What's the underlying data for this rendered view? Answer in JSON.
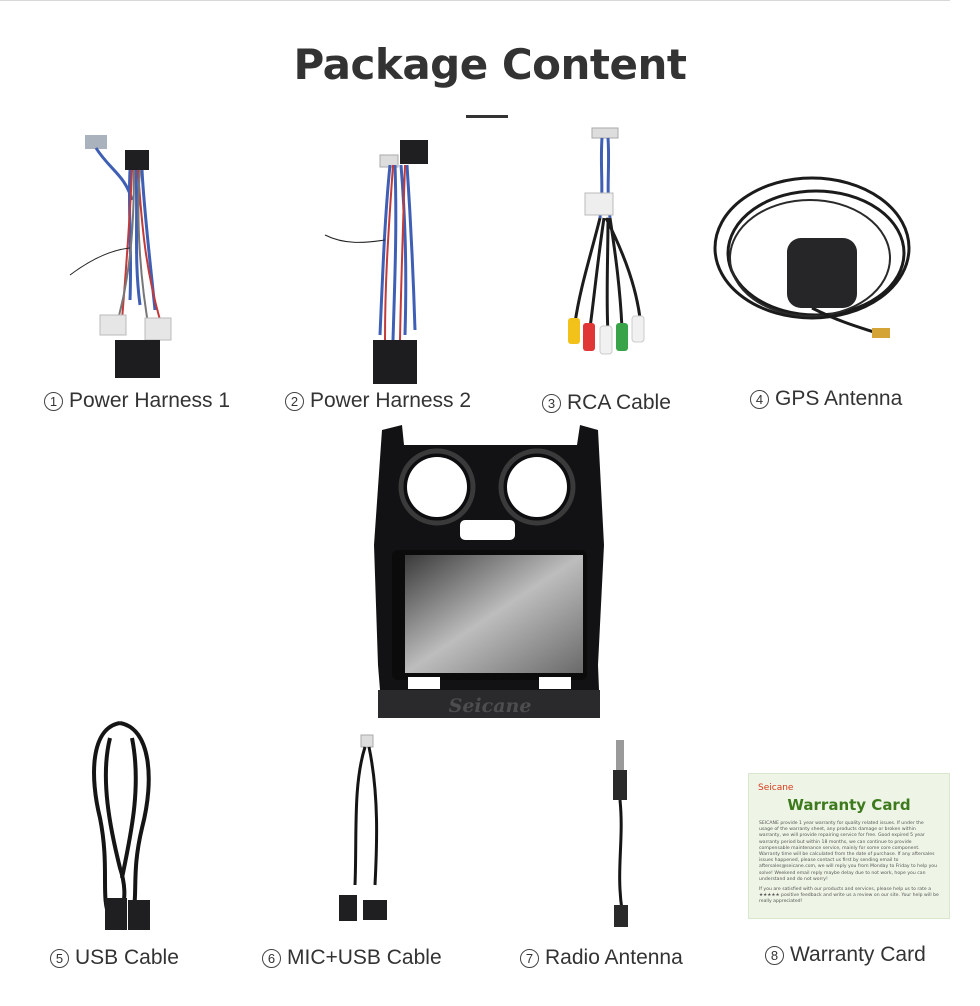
{
  "page": {
    "title": "Package Content"
  },
  "items": [
    {
      "num": "1",
      "label": "Power Harness 1",
      "icon": "power-harness-icon"
    },
    {
      "num": "2",
      "label": "Power Harness 2",
      "icon": "power-harness-icon"
    },
    {
      "num": "3",
      "label": "RCA Cable",
      "icon": "rca-cable-icon"
    },
    {
      "num": "4",
      "label": "GPS Antenna",
      "icon": "gps-antenna-icon"
    },
    {
      "num": "5",
      "label": "USB Cable",
      "icon": "usb-cable-icon"
    },
    {
      "num": "6",
      "label": "MIC+USB Cable",
      "icon": "mic-usb-cable-icon"
    },
    {
      "num": "7",
      "label": "Radio Antenna",
      "icon": "radio-antenna-icon"
    },
    {
      "num": "8",
      "label": "Warranty Card",
      "icon": "warranty-card-icon"
    }
  ],
  "head_unit": {
    "brand": "Seicane"
  },
  "warranty_card": {
    "brand": "Seicane",
    "title": "Warranty Card",
    "body": "SEICANE provide 1 year warranty for quality related issues. If under the usage of the warranty sheet, any products damage or broken within warranty, we will provide repairing service for free. Good expired 5 year warranty period but within 18 months, we can continue to provide compensable maintenance service, mainly for some core component. Warranty time will be calculated from the date of purchase. If any aftersales issues happened, please contact us first by sending email to aftersales@seicane.com, we will reply you from Monday to Friday to help you solve! Weekend email reply maybe delay due to not work, hope you can understand and do not worry!",
    "footer": "If you are satisfied with our products and services, please help us to rate a ★★★★★ positive feedback and write us a review on our site. Your help will be really appreciated!"
  },
  "colors": {
    "text": "#333333",
    "card_background": "#eef5e6",
    "card_title": "#3d7a1d",
    "card_brand": "#d9391a"
  }
}
